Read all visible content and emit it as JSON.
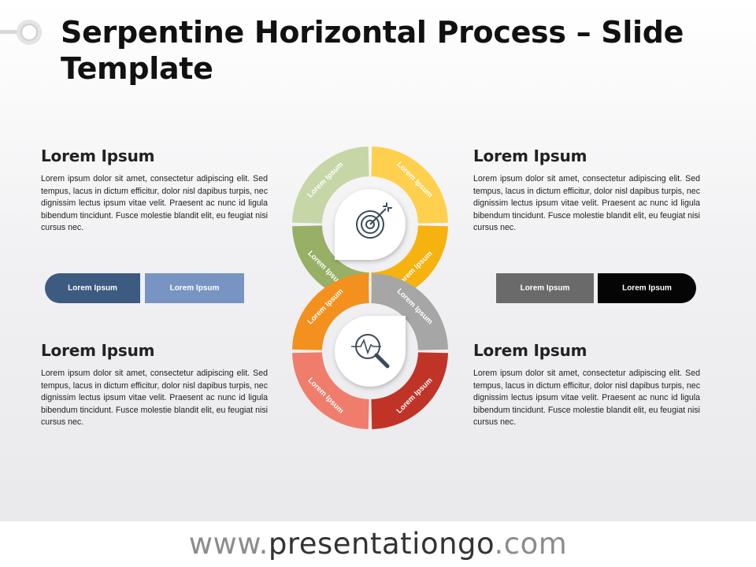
{
  "title": "Serpentine Horizontal Process – Slide Template",
  "blocks": [
    {
      "heading": "Lorem Ipsum",
      "body": "Lorem ipsum dolor sit amet, consectetur adipiscing elit. Sed tempus, lacus in dictum efficitur, dolor nisl dapibus turpis, nec dignissim lectus ipsum vitae velit. Praesent ac nunc id ligula bibendum tincidunt. Fusce molestie blandit elit, eu feugiat nisi cursus nec."
    },
    {
      "heading": "Lorem Ipsum",
      "body": "Lorem ipsum dolor sit amet, consectetur adipiscing elit. Sed tempus, lacus in dictum efficitur, dolor nisl dapibus turpis, nec dignissim lectus ipsum vitae velit. Praesent ac nunc id ligula bibendum tincidunt. Fusce molestie blandit elit, eu feugiat nisi cursus nec."
    },
    {
      "heading": "Lorem Ipsum",
      "body": "Lorem ipsum dolor sit amet, consectetur adipiscing elit. Sed tempus, lacus in dictum efficitur, dolor nisl dapibus turpis, nec dignissim lectus ipsum vitae velit. Praesent ac nunc id ligula bibendum tincidunt. Fusce molestie blandit elit, eu feugiat nisi cursus nec."
    },
    {
      "heading": "Lorem Ipsum",
      "body": "Lorem ipsum dolor sit amet, consectetur adipiscing elit. Sed tempus, lacus in dictum efficitur, dolor nisl dapibus turpis, nec dignissim lectus ipsum vitae velit. Praesent ac nunc id ligula bibendum tincidunt. Fusce molestie blandit elit, eu feugiat nisi cursus nec."
    }
  ],
  "steps": [
    {
      "label": "Lorem Ipsum",
      "color": "#3d5a80"
    },
    {
      "label": "Lorem Ipsum",
      "color": "#7794c2"
    },
    {
      "label": "Lorem Ipsum",
      "color": "#97b066"
    },
    {
      "label": "Lorem Ipsum",
      "color": "#c7d6a6"
    },
    {
      "label": "Lorem Ipsum",
      "color": "#ffd04d"
    },
    {
      "label": "Lorem Ipsum",
      "color": "#f6b20f"
    },
    {
      "label": "Lorem Ipsum",
      "color": "#f4901e"
    },
    {
      "label": "Lorem Ipsum",
      "color": "#f07d6c"
    },
    {
      "label": "Lorem Ipsum",
      "color": "#c03427"
    },
    {
      "label": "Lorem Ipsum",
      "color": "#a6a6a6"
    },
    {
      "label": "Lorem Ipsum",
      "color": "#6a6a6a"
    },
    {
      "label": "Lorem Ipsum",
      "color": "#050505"
    }
  ],
  "icons": {
    "upper": "target-icon",
    "lower": "analytics-magnifier-icon"
  },
  "footer": {
    "prefix": "www.",
    "brand": "presentationgo",
    "suffix": ".com"
  }
}
